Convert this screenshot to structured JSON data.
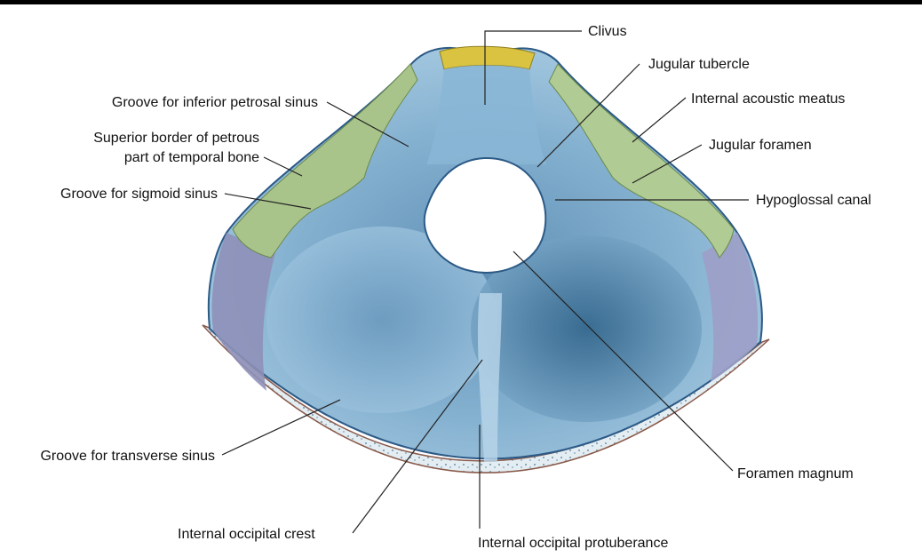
{
  "labels": {
    "clivus": "Clivus",
    "jugular_tubercle": "Jugular tubercle",
    "internal_acoustic_meatus": "Internal acoustic meatus",
    "jugular_foramen": "Jugular foramen",
    "hypoglossal_canal": "Hypoglossal canal",
    "groove_inferior_petrosal": "Groove for inferior petrosal sinus",
    "superior_border_line1": "Superior border of petrous",
    "superior_border_line2": "part of temporal bone",
    "groove_sigmoid": "Groove for sigmoid sinus",
    "groove_transverse": "Groove for transverse sinus",
    "foramen_magnum": "Foramen magnum",
    "internal_occipital_crest": "Internal occipital crest",
    "internal_occipital_protuberance": "Internal occipital protuberance"
  },
  "colors": {
    "occipital_bone": "#7fa9c9",
    "occipital_shadow": "#3f6f94",
    "petrous_temporal": "#a9c48b",
    "clivus_tip": "#d9c340",
    "parietal": "#8e90b8",
    "cut_edge": "#dfe9ef",
    "outline": "#2c5a86"
  }
}
